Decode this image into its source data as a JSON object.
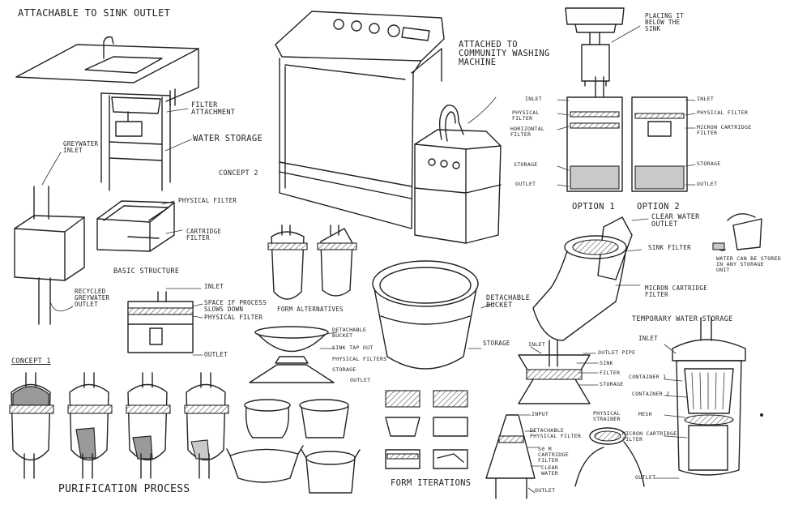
{
  "labels": {
    "sink_outlet": "Attachable to sink outlet",
    "filter_attachment": "Filter\nattachment",
    "water_storage_1": "Water storage",
    "greywater_inlet": "Greywater\ninlet",
    "concept2": "Concept 2",
    "recycled_outlet": "Recycled\ngreywater\noutlet",
    "physical_filter_1": "Physical filter",
    "cartridge_filter": "Cartridge\nfilter",
    "basic_structure": "Basic structure",
    "inlet_1": "Inlet",
    "space_slows": "Space if process\nslows down",
    "physical_filter_2": "Physical filter",
    "outlet_1": "Outlet",
    "concept1": "Concept 1",
    "purification": "Purification process",
    "community": "Attached to\ncommunity washing\nmachine",
    "form_alt": "Form alternatives",
    "det_bucket_1": "Detachable\nbucket",
    "sink_tap": "Sink tap out",
    "physical_filters": "Physical filters",
    "storage_1": "Storage",
    "outlet_2": "Outlet",
    "form_iter": "Form iterations",
    "det_bucket_2": "Detachable\nbucket",
    "storage_2": "Storage",
    "placing": "Placing it\nbelow the\nsink",
    "inlet_l": "Inlet",
    "phys_filter_l": "Physical\nfilter",
    "horiz_filter": "Horizontal\nfilter",
    "storage_l": "Storage",
    "outlet_l": "Outlet",
    "inlet_r": "Inlet",
    "phys_filter_r": "Physical filter",
    "micron_r": "Micron cartridge\nfilter",
    "storage_r": "Storage",
    "outlet_r": "Outlet",
    "option1": "Option 1",
    "option2": "Option 2",
    "clear_water": "Clear water\noutlet",
    "sink_filter": "Sink filter",
    "micron_cart": "Micron cartridge\nfilter",
    "temp_storage": "Temporary water storage",
    "stored_any": "Water can be stored\nin any storage\nunit",
    "inlet_2": "Inlet",
    "outlet_pipe": "Outlet pipe",
    "sink_2": "Sink",
    "filter_2": "Filter",
    "storage_3": "Storage",
    "input": "Input",
    "det_phys": "Detachable\nphysical filter",
    "micron50": "50 µ\ncartridge\nfilter",
    "clear_water_2": "Clear\nwater",
    "outlet_3": "Outlet",
    "phys_strainer": "Physical\nstrainer",
    "inlet_3": "Inlet",
    "container1": "Container 1",
    "container2": "Container 2",
    "mesh": "Mesh",
    "micron_3": "Micron cartridge\nfilter",
    "outlet_4": "Outlet"
  }
}
